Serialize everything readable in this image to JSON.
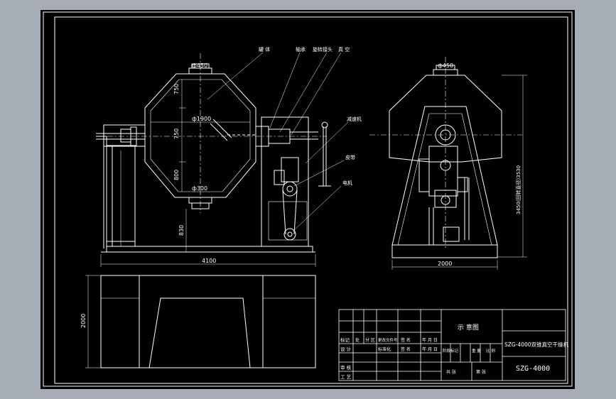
{
  "colors": {
    "background": "#a7adb6",
    "paper": "#000000",
    "line": "#ffffff",
    "center_line": "#ffffff"
  },
  "front_view": {
    "dim_top_pipe": "ф450",
    "dim_upper": "750",
    "dim_diameter": "ф1900",
    "dim_middle": "750",
    "dim_lower": "800",
    "dim_bottom_pipe": "ф300",
    "dim_base_height": "830",
    "dim_total_width": "4100"
  },
  "labels": {
    "drum": "罐 体",
    "bearing": "轴承",
    "rotary_joint": "旋转接头",
    "vacuum": "真 空",
    "reducer": "减速机",
    "chain": "皮带",
    "motor": "电机"
  },
  "side_view": {
    "dim_top_pipe": "ф450",
    "dim_total_height": "3450(回转直径)3530",
    "dim_width": "2000"
  },
  "plan_view": {
    "dim_depth": "2000"
  },
  "title_block": {
    "drawing_name": "示 意图",
    "product_title": "SZG-4000双锥真空干燥机",
    "drawing_number": "SZG-4000",
    "row_labels": [
      "标记",
      "设 计",
      "审 核",
      "工 艺"
    ],
    "header_cells": [
      "处",
      "分 区",
      "更改文件号",
      "签 名",
      "年 月 日"
    ],
    "mid_cells": [
      "标准化",
      "签 名",
      "年 月 日"
    ],
    "stage_label": "阶段标记",
    "weight_label": "重 量",
    "scale_label": "比 例",
    "sheet_total": "共  张",
    "sheet_no": "第  张"
  }
}
